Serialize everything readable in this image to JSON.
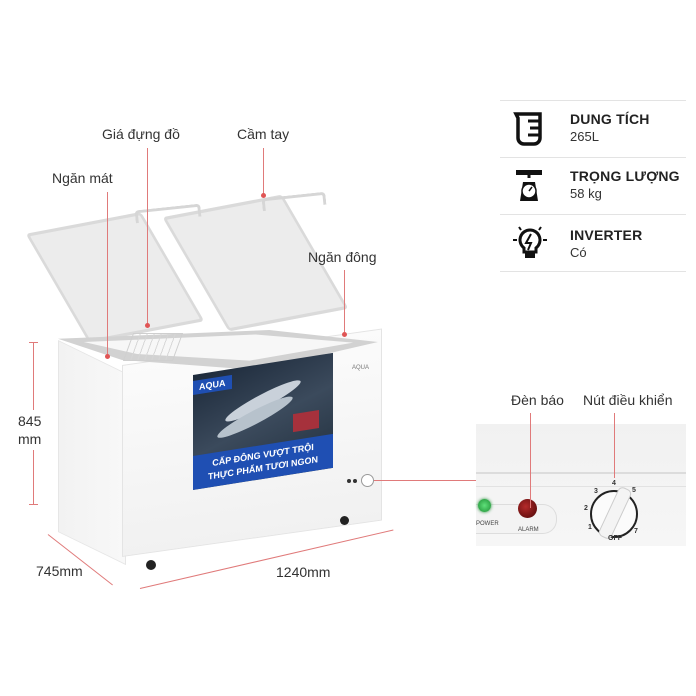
{
  "specs": [
    {
      "icon": "measuring-cup-icon",
      "title": "DUNG TÍCH",
      "value": "265L"
    },
    {
      "icon": "scale-icon",
      "title": "TRỌNG LƯỢNG",
      "value": "58 kg"
    },
    {
      "icon": "lightbulb-icon",
      "title": "INVERTER",
      "value": "Có"
    }
  ],
  "callouts": {
    "shelf": "Giá đựng đồ",
    "handle": "Cầm tay",
    "fridge": "Ngăn mát",
    "freezer": "Ngăn đông",
    "indicator": "Đèn báo",
    "control": "Nút điều khiển"
  },
  "dimensions": {
    "height_value": "845",
    "height_unit": "mm",
    "depth": "745mm",
    "width": "1240mm"
  },
  "poster": {
    "brand": "AQUA",
    "line1": "CẤP ĐÔNG VƯỢT TRỘI",
    "line2": "THỰC PHẨM TƯƠI NGON"
  },
  "panel": {
    "power_label": "POWER",
    "alarm_label": "ALARM",
    "dial_labels": [
      "1",
      "2",
      "3",
      "4",
      "5",
      "7",
      "OFF"
    ],
    "power_color": "#2fb84a",
    "alarm_color": "#7a1010"
  },
  "brand_badge": "AQUA",
  "accent_color": "#e05555"
}
